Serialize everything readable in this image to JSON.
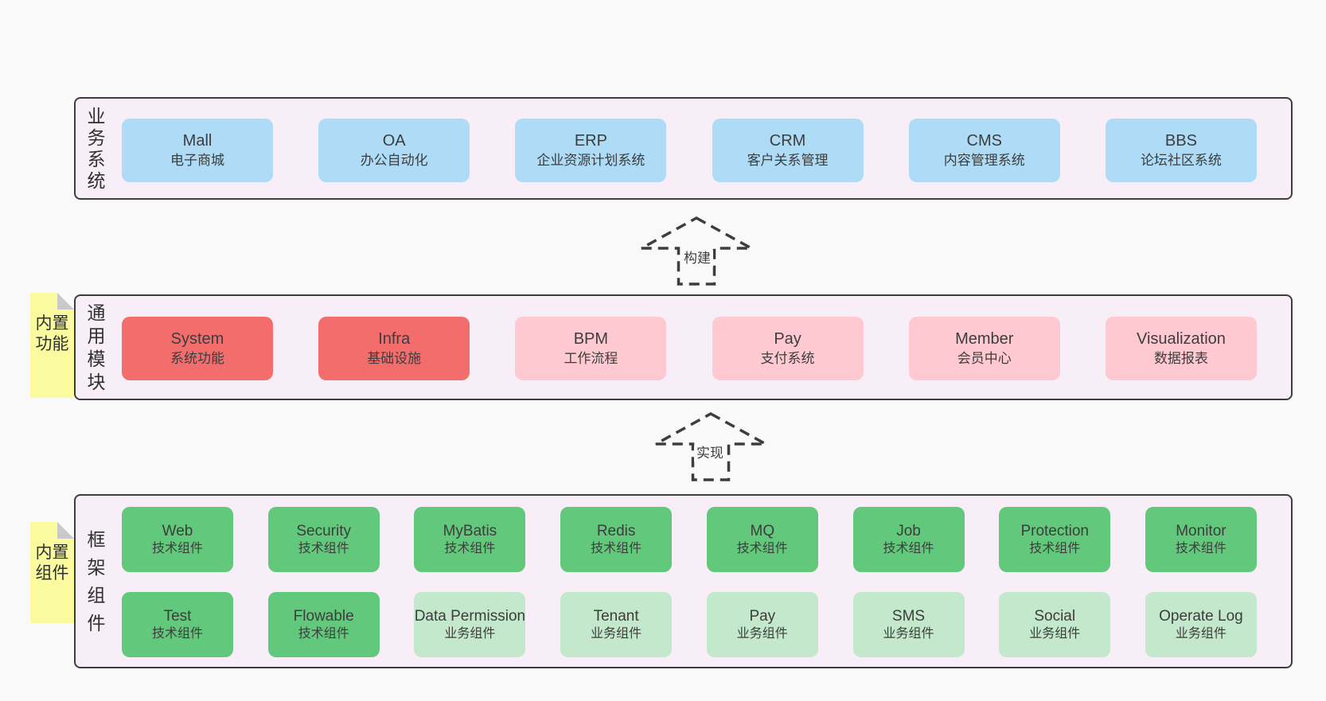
{
  "layers": {
    "business": {
      "label": "业务系统",
      "boxes": [
        {
          "title": "Mall",
          "subtitle": "电子商城"
        },
        {
          "title": "OA",
          "subtitle": "办公自动化"
        },
        {
          "title": "ERP",
          "subtitle": "企业资源计划系统"
        },
        {
          "title": "CRM",
          "subtitle": "客户关系管理"
        },
        {
          "title": "CMS",
          "subtitle": "内容管理系统"
        },
        {
          "title": "BBS",
          "subtitle": "论坛社区系统"
        }
      ]
    },
    "modules": {
      "label": "通用模块",
      "note": "内置功能",
      "boxes": [
        {
          "title": "System",
          "subtitle": "系统功能"
        },
        {
          "title": "Infra",
          "subtitle": "基础设施"
        },
        {
          "title": "BPM",
          "subtitle": "工作流程"
        },
        {
          "title": "Pay",
          "subtitle": "支付系统"
        },
        {
          "title": "Member",
          "subtitle": "会员中心"
        },
        {
          "title": "Visualization",
          "subtitle": "数据报表"
        }
      ]
    },
    "framework": {
      "label": "框架组件",
      "note": "内置组件",
      "tech_row": [
        {
          "title": "Web",
          "subtitle": "技术组件"
        },
        {
          "title": "Security",
          "subtitle": "技术组件"
        },
        {
          "title": "MyBatis",
          "subtitle": "技术组件"
        },
        {
          "title": "Redis",
          "subtitle": "技术组件"
        },
        {
          "title": "MQ",
          "subtitle": "技术组件"
        },
        {
          "title": "Job",
          "subtitle": "技术组件"
        },
        {
          "title": "Protection",
          "subtitle": "技术组件"
        },
        {
          "title": "Monitor",
          "subtitle": "技术组件"
        }
      ],
      "biz_row": [
        {
          "title": "Test",
          "subtitle": "技术组件"
        },
        {
          "title": "Flowable",
          "subtitle": "技术组件"
        },
        {
          "title": "Data Permission",
          "subtitle": "业务组件"
        },
        {
          "title": "Tenant",
          "subtitle": "业务组件"
        },
        {
          "title": "Pay",
          "subtitle": "业务组件"
        },
        {
          "title": "SMS",
          "subtitle": "业务组件"
        },
        {
          "title": "Social",
          "subtitle": "业务组件"
        },
        {
          "title": "Operate Log",
          "subtitle": "业务组件"
        }
      ]
    }
  },
  "arrows": {
    "build": {
      "label": "构建"
    },
    "implement": {
      "label": "实现"
    }
  },
  "colors": {
    "page_bg": "#f9f9f9",
    "layer_bg": "#f8eef7",
    "border": "#3d3d3d",
    "blue": "#aedbf5",
    "red": "#f36d6d",
    "pink": "#ffc9d2",
    "green": "#62c87b",
    "light_green": "#c3e8cb",
    "note_yellow": "#fafa9e",
    "fold_gray": "#c9c9c9"
  }
}
